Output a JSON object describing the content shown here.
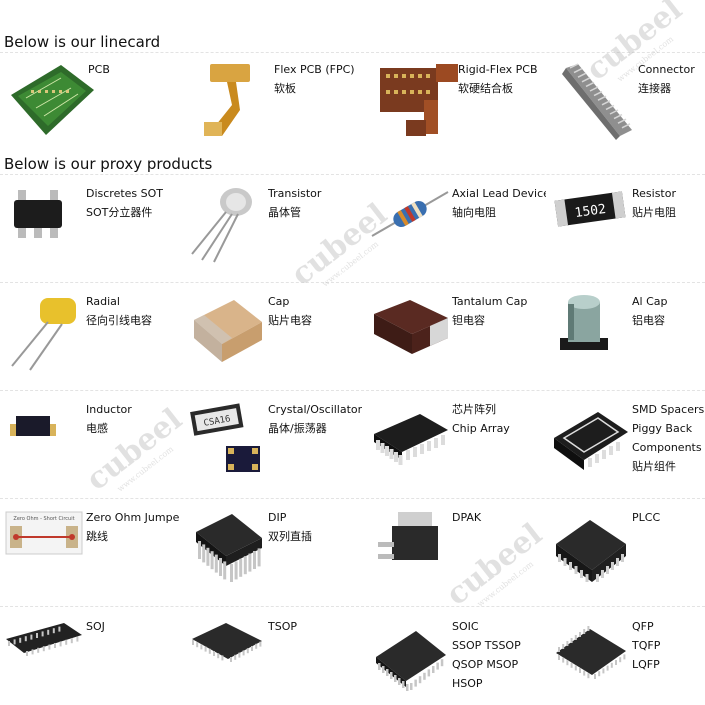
{
  "headings": {
    "linecard": "Below is our linecard",
    "proxy": "Below is our proxy products"
  },
  "watermark": {
    "brand": "cubeel",
    "url": "www.cubeel.com"
  },
  "linecard": [
    {
      "lines": [
        "PCB"
      ],
      "icon": "pcb-board-icon"
    },
    {
      "lines": [
        "Flex PCB (FPC)",
        "软板"
      ],
      "icon": "flex-pcb-icon"
    },
    {
      "lines": [
        "Rigid-Flex PCB",
        "软硬结合板"
      ],
      "icon": "rigid-flex-pcb-icon"
    },
    {
      "lines": [
        "Connector",
        "连接器"
      ],
      "icon": "connector-icon"
    }
  ],
  "products": [
    [
      {
        "lines": [
          "Discretes SOT",
          "SOT分立器件"
        ],
        "icon": "sot-package-icon"
      },
      {
        "lines": [
          "Transistor",
          "晶体管"
        ],
        "icon": "transistor-icon"
      },
      {
        "lines": [
          "Axial Lead Device",
          "轴向电阻"
        ],
        "icon": "axial-resistor-icon"
      },
      {
        "lines": [
          "Resistor",
          "贴片电阻"
        ],
        "icon": "smd-resistor-icon"
      }
    ],
    [
      {
        "lines": [
          "Radial",
          "径向引线电容"
        ],
        "icon": "radial-capacitor-icon"
      },
      {
        "lines": [
          "Cap",
          "贴片电容"
        ],
        "icon": "chip-capacitor-icon"
      },
      {
        "lines": [
          "Tantalum Cap",
          "钽电容"
        ],
        "icon": "tantalum-capacitor-icon"
      },
      {
        "lines": [
          "Al Cap",
          "铝电容"
        ],
        "icon": "aluminum-capacitor-icon"
      }
    ],
    [
      {
        "lines": [
          "Inductor",
          "电感"
        ],
        "icon": "inductor-icon"
      },
      {
        "lines": [
          "Crystal/Oscillator",
          "晶体/振荡器"
        ],
        "icon": "crystal-oscillator-icon"
      },
      {
        "lines": [
          "芯片阵列",
          "Chip Array"
        ],
        "icon": "chip-array-icon"
      },
      {
        "lines": [
          "SMD Spacers",
          "Piggy Back",
          "Components",
          "贴片组件"
        ],
        "icon": "smd-spacer-icon"
      }
    ],
    [
      {
        "lines": [
          "Zero Ohm Jumper",
          "跳线"
        ],
        "icon": "zero-ohm-jumper-icon"
      },
      {
        "lines": [
          "DIP",
          "双列直插"
        ],
        "icon": "dip-package-icon"
      },
      {
        "lines": [
          "DPAK"
        ],
        "icon": "dpak-package-icon"
      },
      {
        "lines": [
          "PLCC"
        ],
        "icon": "plcc-package-icon"
      }
    ],
    [
      {
        "lines": [
          "SOJ"
        ],
        "icon": "soj-package-icon"
      },
      {
        "lines": [
          "TSOP"
        ],
        "icon": "tsop-package-icon"
      },
      {
        "lines": [
          "SOIC",
          "SSOP TSSOP",
          "QSOP MSOP",
          "HSOP"
        ],
        "icon": "soic-package-icon"
      },
      {
        "lines": [
          "QFP",
          "TQFP",
          "LQFP"
        ],
        "icon": "qfp-package-icon"
      }
    ]
  ],
  "jumper_label": "Zero Ohm - Short Circuit",
  "resistor_code": "1502",
  "crystal_code": "CSA16"
}
